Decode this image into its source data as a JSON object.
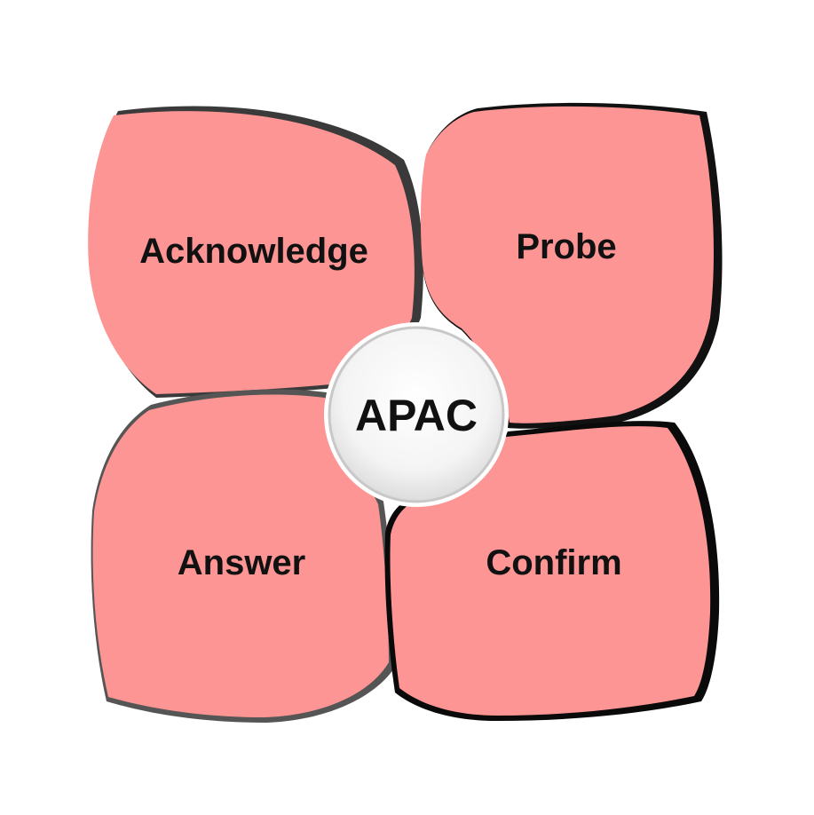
{
  "colors": {
    "petal_fill": "#fd9594",
    "petal_shadow": "#333333",
    "center_fill": "#ffffff",
    "center_ring": "#d0d0d0",
    "text": "#111111"
  },
  "diagram": {
    "center": {
      "label": "APAC"
    },
    "petals": [
      {
        "label": "Acknowledge"
      },
      {
        "label": "Probe"
      },
      {
        "label": "Answer"
      },
      {
        "label": "Confirm"
      }
    ]
  }
}
